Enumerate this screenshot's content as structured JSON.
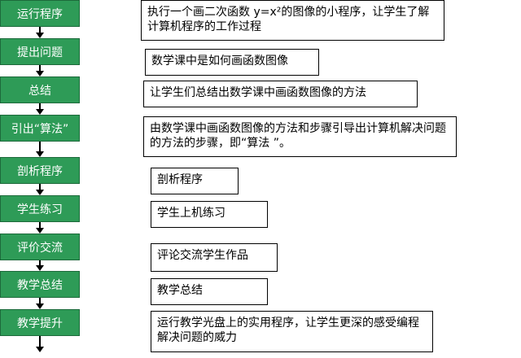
{
  "steps": [
    "运行程序",
    "提出问题",
    "总结",
    "引出“算法”",
    "剖析程序",
    "学生练习",
    "评价交流",
    "教学总结",
    "教学提升"
  ],
  "descriptions": [
    "执行一个画二次函数 y=x²的图像的小程序，让学生了解计算机程序的工作过程",
    "数学课中是如何画函数图像",
    "让学生们总结出数学课中画函数图像的方法",
    "由数学课中画函数图像的方法和步骤引导出计算机解决问题的方法的步骤，即“算法 ”。",
    "剖析程序",
    "学生上机练习",
    "评论交流学生作品",
    "教学总结",
    "运行教学光盘上的实用程序，让学生更深的感受编程解决问题的威力"
  ],
  "colors": {
    "step_fill": "#2e9b57",
    "step_text": "#ffffff",
    "desc_border": "#000000"
  }
}
